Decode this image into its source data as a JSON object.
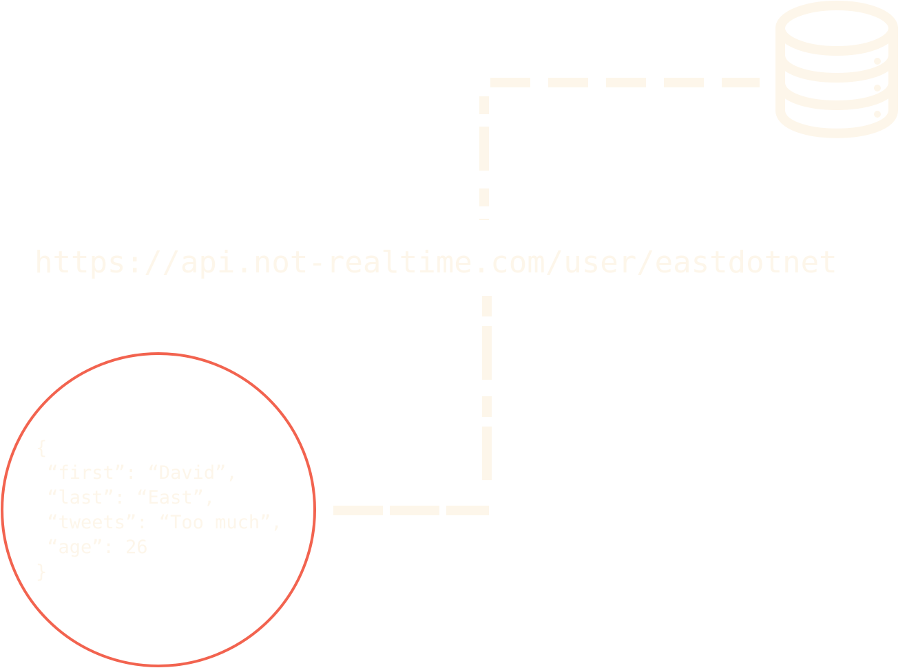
{
  "endpoint": {
    "url": "https://api.not-realtime.com/user/eastdotnet"
  },
  "response": {
    "lines": [
      "{",
      " “first”: “David”,",
      " “last”: “East”,",
      " “tweets”: “Too much”,",
      " “age”: 26",
      "}"
    ]
  },
  "icons": {
    "database": "database-icon"
  },
  "colors": {
    "accent": "#f2634f",
    "ink": "#fdf6ea"
  }
}
